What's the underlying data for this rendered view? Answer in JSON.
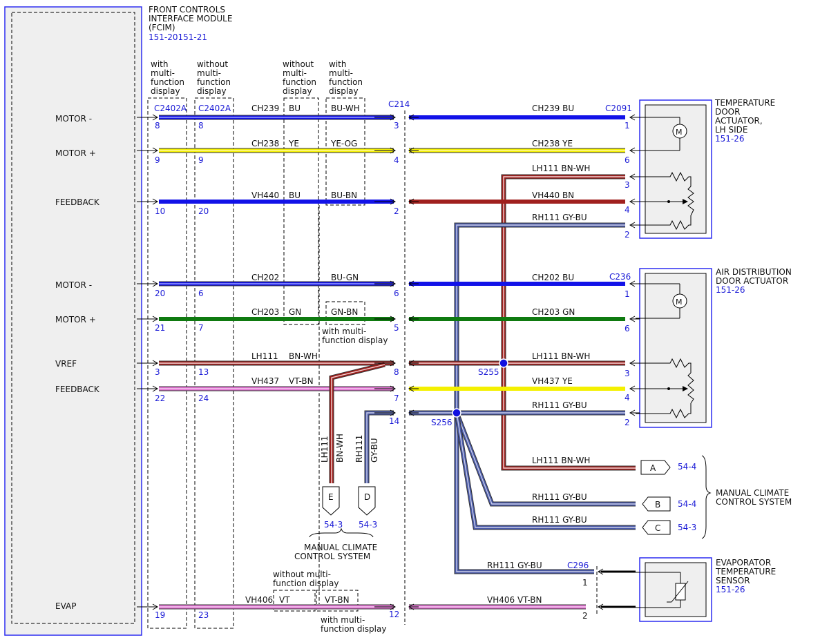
{
  "module": {
    "title_lines": [
      "FRONT CONTROLS",
      "INTERFACE MODULE",
      "(FCIM)"
    ],
    "ref": "151-20151-21",
    "pins": [
      "MOTOR -",
      "MOTOR +",
      "FEEDBACK",
      "MOTOR -",
      "MOTOR +",
      "VREF",
      "FEEDBACK",
      "EVAP"
    ]
  },
  "variants": {
    "with_mfd": [
      "with",
      "multi-",
      "function",
      "display"
    ],
    "without_mfd": [
      "without",
      "multi-",
      "function",
      "display"
    ],
    "connector_with": "C2402A",
    "connector_without": "C2402A",
    "pins_with": [
      "8",
      "9",
      "10",
      "20",
      "21",
      "3",
      "22",
      "19"
    ],
    "pins_without": [
      "8",
      "9",
      "20",
      "6",
      "7",
      "13",
      "24",
      "23"
    ]
  },
  "c214": {
    "label": "C214",
    "pins": [
      "3",
      "4",
      "2",
      "6",
      "5",
      "8",
      "7",
      "14",
      "12"
    ]
  },
  "left_wires": {
    "circuits": [
      "CH239",
      "CH238",
      "VH440",
      "CH202",
      "CH203",
      "LH111",
      "VH437",
      "VH406"
    ],
    "colors_nomfd": [
      "BU",
      "YE",
      "BU",
      "",
      "GN",
      "BN-WH",
      "VT-BN",
      "VT"
    ],
    "colors_mfd": [
      "BU-WH",
      "YE-OG",
      "BU-BN",
      "BU-GN",
      "GN-BN",
      "",
      "",
      "VT-BN"
    ]
  },
  "notes": {
    "with_mfd_note": [
      "with multi-",
      "function display"
    ],
    "without_mfd_note": [
      "without multi-",
      "function display"
    ]
  },
  "right_wires": {
    "labels": [
      "CH239  BU",
      "CH238  YE",
      "LH111  BN-WH",
      "VH440  BN",
      "RH111  GY-BU",
      "CH202  BU",
      "CH203  GN",
      "LH111  BN-WH",
      "VH437  YE",
      "RH111  GY-BU",
      "LH111  BN-WH",
      "RH111  GY-BU",
      "RH111  GY-BU",
      "RH111  GY-BU",
      "VH406  VT-BN"
    ]
  },
  "splices": {
    "s255": "S255",
    "s256": "S256"
  },
  "vertical_wires": {
    "lh_circuit": "LH111",
    "lh_color": "BN-WH",
    "rh_circuit": "RH111",
    "rh_color": "GY-BU",
    "lh_target": "E",
    "rh_target": "D",
    "lh_ref": "54-3",
    "rh_ref": "54-3",
    "system_lines": [
      "MANUAL CLIMATE",
      "CONTROL SYSTEM"
    ]
  },
  "right_targets": {
    "a": "A",
    "b": "B",
    "c": "C",
    "a_ref": "54-4",
    "b_ref": "54-4",
    "c_ref": "54-3",
    "system_lines": [
      "MANUAL CLIMATE",
      "CONTROL SYSTEM"
    ]
  },
  "components": {
    "temp_door": {
      "connector": "C2091",
      "title_lines": [
        "TEMPERATURE",
        "DOOR",
        "ACTUATOR,",
        "LH SIDE"
      ],
      "ref": "151-26",
      "pins": [
        "1",
        "6",
        "3",
        "4",
        "2"
      ]
    },
    "air_dist": {
      "connector": "C236",
      "title_lines": [
        "AIR DISTRIBUTION",
        "DOOR ACTUATOR"
      ],
      "ref": "151-26",
      "pins": [
        "1",
        "6",
        "3",
        "4",
        "2"
      ]
    },
    "evap_sensor": {
      "connector": "C296",
      "title_lines": [
        "EVAPORATOR",
        "TEMPERATURE",
        "SENSOR"
      ],
      "ref": "151-26",
      "pins": [
        "1",
        "2"
      ]
    }
  },
  "colors": {
    "blue_wire": "#1212e8",
    "yellow_wire": "#f4f000",
    "green_wire": "#0f7a10",
    "brown_white": "#a0201e",
    "pink_wire": "#e070d0",
    "gray_blue": "#4a5aa8",
    "ref_blue": "#1a1ad6"
  }
}
